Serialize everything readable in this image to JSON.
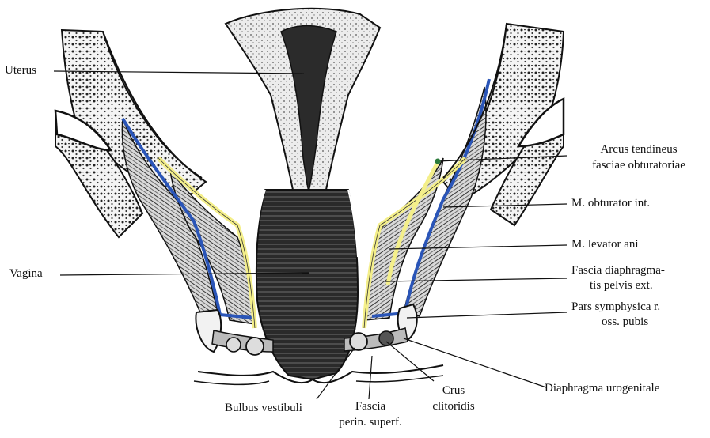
{
  "labels": {
    "uterus": "Uterus",
    "vagina": "Vagina",
    "arcus_line1": "Arcus tendineus",
    "arcus_line2": "fasciae obturatoriae",
    "obturator": "M. obturator int.",
    "levator": "M. levator ani",
    "fascia_diaph_line1": "Fascia diaphragma-",
    "fascia_diaph_line2": "tis pelvis ext.",
    "pars_line1": "Pars symphysica r.",
    "pars_line2": "oss. pubis",
    "diaph_urogen": "Diaphragma urogenitale",
    "bulbus": "Bulbus vestibuli",
    "fascia_perin_line1": "Fascia",
    "fascia_perin_line2": "perin. superf.",
    "crus_line1": "Crus",
    "crus_line2": "clitoridis"
  },
  "colors": {
    "fascia_yellow": "#f4ef8a",
    "fascia_blue": "#2a55b8",
    "ink": "#111111",
    "bone_fill": "#f2f2f2",
    "muscle_fill": "#cfcfcf"
  }
}
